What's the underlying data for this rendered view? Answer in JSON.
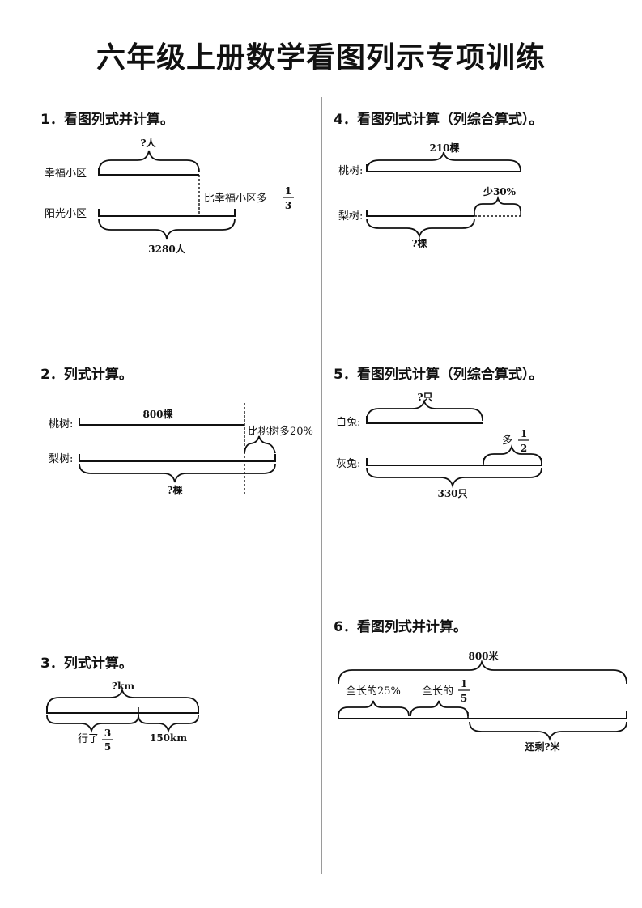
{
  "title": "六年级上册数学看图列示专项训练",
  "questions": {
    "q1": {
      "heading": "1．看图列式并计算。",
      "row1": "幸福小区",
      "row2": "阳光小区",
      "unknown": "?人",
      "compare": "比幸福小区多",
      "frac_num": "1",
      "frac_den": "3",
      "total": "3280人"
    },
    "q2": {
      "heading": "2．列式计算。",
      "row1": "桃树:",
      "row2": "梨树:",
      "top_value": "800棵",
      "compare": "比桃树多20%",
      "unknown": "?棵"
    },
    "q3": {
      "heading": "3．列式计算。",
      "unknown": "?km",
      "part1": "行了",
      "frac_num": "3",
      "frac_den": "5",
      "part2": "150km"
    },
    "q4": {
      "heading": "4．看图列式计算（列综合算式）。",
      "row1": "桃树:",
      "row2": "梨树:",
      "top_value": "210棵",
      "less": "少30%",
      "unknown": "?棵"
    },
    "q5": {
      "heading": "5．看图列式计算（列综合算式）。",
      "row1": "白兔:",
      "row2": "灰兔:",
      "unknown": "?只",
      "more": "多",
      "frac_num": "1",
      "frac_den": "2",
      "total": "330只"
    },
    "q6": {
      "heading": "6．看图列式并计算。",
      "total": "800米",
      "part1": "全长的25%",
      "part2": "全长的",
      "frac_num": "1",
      "frac_den": "5",
      "remain": "还剩?米"
    }
  }
}
